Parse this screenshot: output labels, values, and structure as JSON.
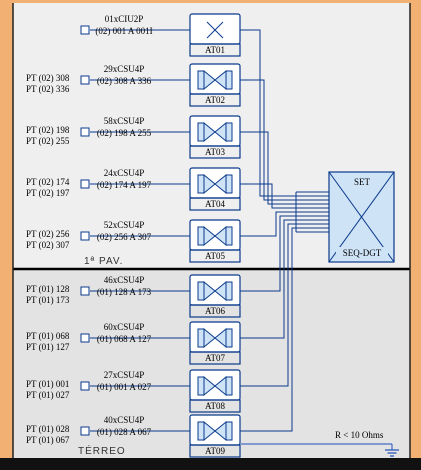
{
  "colors": {
    "outer_frame": "#f3b073",
    "upper_floor_bg": "#efefef",
    "lower_floor_bg": "#e3e3e3",
    "wire": "#0a3a8c",
    "box_fill": "#ffffff",
    "icon_fill": "#cfe3f7",
    "set_fill": "#cfe3f7",
    "ground": "#1f4fb8"
  },
  "floors": {
    "upper": "1ª PAV.",
    "lower": "TÉRREO"
  },
  "cabinet": {
    "top_label": "SET",
    "bottom_label": "SEQ-DGT"
  },
  "ground_note": "R < 10 Ohms",
  "cables": [
    {
      "id": "AT01",
      "icon": "cross-icon",
      "cable": "01xCIU2P",
      "range": "(02) 001 A 001I",
      "pt_top": "",
      "pt_bottom": ""
    },
    {
      "id": "AT02",
      "icon": "bowtie-icon",
      "cable": "29xCSU4P",
      "range": "(02) 308 A 336",
      "pt_top": "PT (02) 308",
      "pt_bottom": "PT (02) 336"
    },
    {
      "id": "AT03",
      "icon": "bowtie-icon",
      "cable": "58xCSU4P",
      "range": "(02) 198 A 255",
      "pt_top": "PT (02) 198",
      "pt_bottom": "PT (02) 255"
    },
    {
      "id": "AT04",
      "icon": "bowtie-icon",
      "cable": "24xCSU4P",
      "range": "(02) 174 A 197",
      "pt_top": "PT (02) 174",
      "pt_bottom": "PT (02) 197"
    },
    {
      "id": "AT05",
      "icon": "bowtie-icon",
      "cable": "52xCSU4P",
      "range": "(02) 256 A 307",
      "pt_top": "PT (02) 256",
      "pt_bottom": "PT (02) 307"
    },
    {
      "id": "AT06",
      "icon": "bowtie-icon",
      "cable": "46xCSU4P",
      "range": "(01) 128 A 173",
      "pt_top": "PT (01) 128",
      "pt_bottom": "PT (01) 173"
    },
    {
      "id": "AT07",
      "icon": "bowtie-icon",
      "cable": "60xCSU4P",
      "range": "(01) 068 A 127",
      "pt_top": "PT (01) 068",
      "pt_bottom": "PT (01) 127"
    },
    {
      "id": "AT08",
      "icon": "bowtie-icon",
      "cable": "27xCSU4P",
      "range": "(01) 001 A 027",
      "pt_top": "PT (01) 001",
      "pt_bottom": "PT (01) 027"
    },
    {
      "id": "AT09",
      "icon": "bowtie-icon",
      "cable": "40xCSU4P",
      "range": "(01) 028 A 067",
      "pt_top": "PT (01) 028",
      "pt_bottom": "PT (01) 067"
    }
  ]
}
